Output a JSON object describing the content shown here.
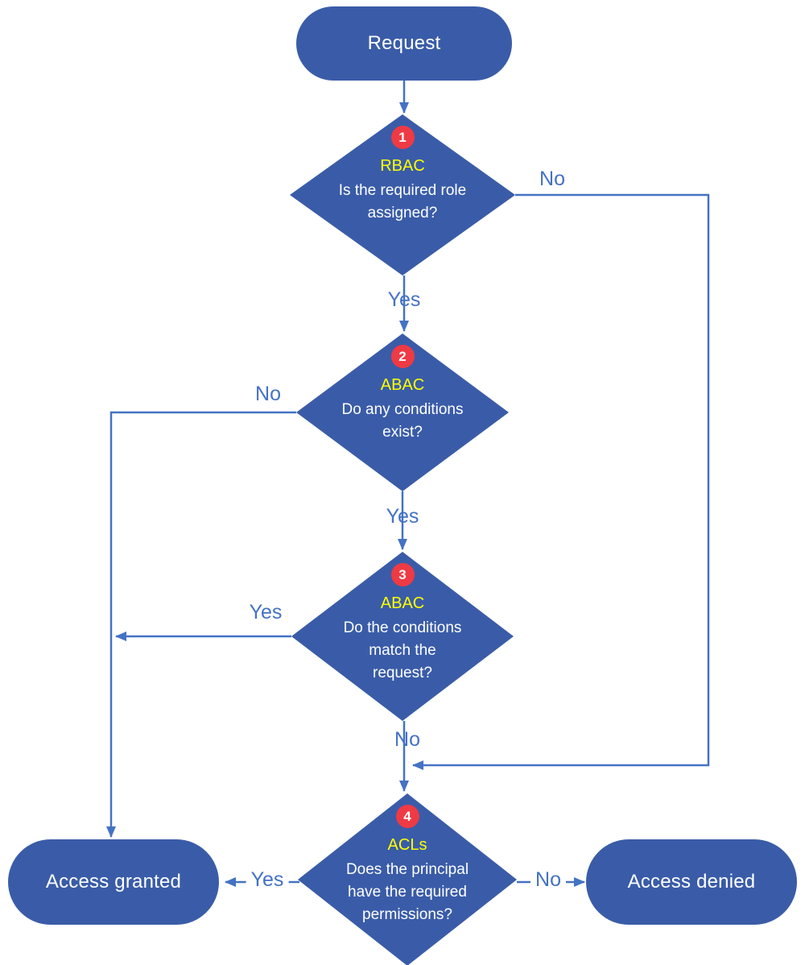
{
  "diagram": {
    "colors": {
      "node_fill": "#3a5ca8",
      "line_color": "#4472c4",
      "badge_red": "#ee3a44",
      "keyword_yellow": "#ffff00",
      "node_text": "#ffffff",
      "bg": "#ffffff"
    },
    "start": {
      "label": "Request"
    },
    "decisions": [
      {
        "badge": "1",
        "keyword": "RBAC",
        "question": "Is the required role\nassigned?"
      },
      {
        "badge": "2",
        "keyword": "ABAC",
        "question": "Do any conditions\nexist?"
      },
      {
        "badge": "3",
        "keyword": "ABAC",
        "question": "Do the conditions\nmatch the\nrequest?"
      },
      {
        "badge": "4",
        "keyword": "ACLs",
        "question": "Does the principal\nhave the required\npermissions?"
      }
    ],
    "terminals": [
      {
        "label": "Access granted"
      },
      {
        "label": "Access denied"
      }
    ],
    "edge_labels": {
      "d1_yes": "Yes",
      "d1_no": "No",
      "d2_yes": "Yes",
      "d2_no": "No",
      "d3_yes": "Yes",
      "d3_no": "No",
      "d4_yes": "Yes",
      "d4_no": "No"
    }
  }
}
